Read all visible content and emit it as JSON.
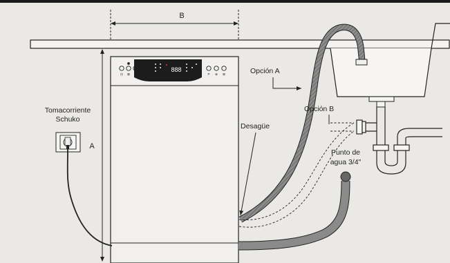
{
  "labels": {
    "dimension_b": "B",
    "dimension_a": "A",
    "outlet": [
      "Tomacorriente",
      "Schuko"
    ],
    "option_a": "Opción A",
    "option_b": "Opción B",
    "drain": "Desagüe",
    "water_point": [
      "Punto de",
      "agua 3/4\""
    ]
  },
  "control_panel": {
    "display": "888",
    "left_buttons": [
      "⊡",
      "⊠",
      "⊡"
    ],
    "right_buttons": [
      "P",
      "⊕",
      "⊞"
    ]
  },
  "colors": {
    "background": "#ebe9e6",
    "line": "#222222",
    "hose_fill": "#8a8a8a",
    "panel": "#1c1c1c",
    "display_accent": "#e23c3c"
  }
}
